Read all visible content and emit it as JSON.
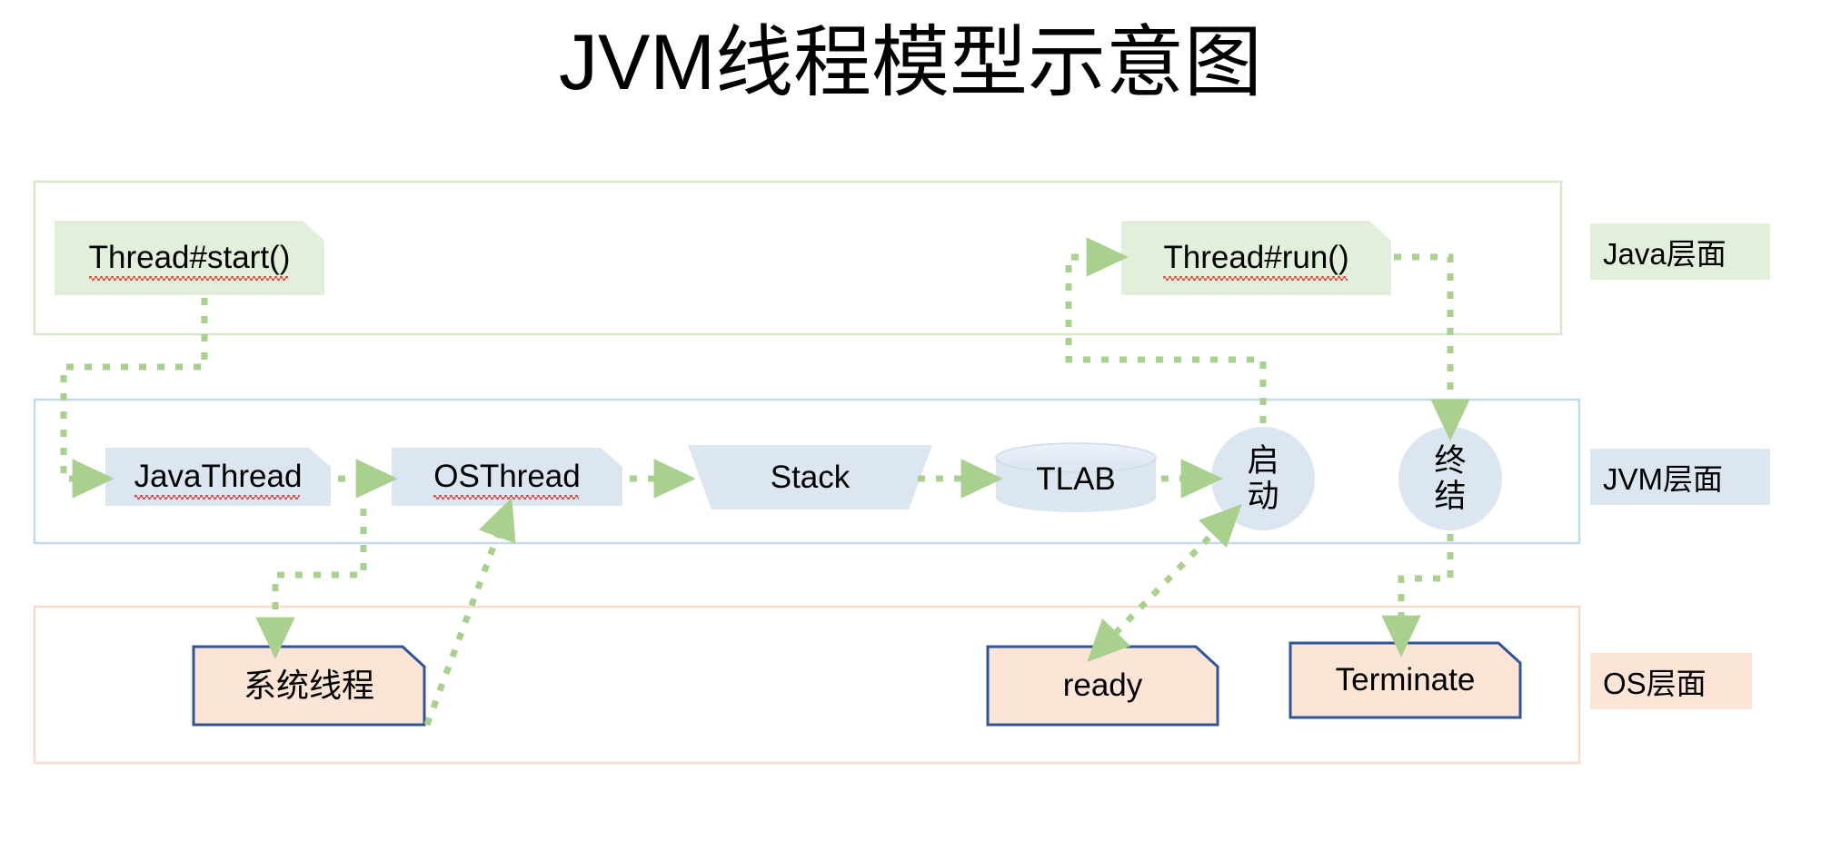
{
  "diagram": {
    "title": "JVM线程模型示意图",
    "colors": {
      "java_fill": "#e2efda",
      "java_border": "#d5e8c8",
      "jvm_fill": "#dce6f1",
      "jvm_border": "#c5d9ec",
      "os_fill": "#fce4d6",
      "os_border": "#f6dccb",
      "os_node_border": "#2f5597",
      "arrow": "#a9d08e",
      "text": "#000000",
      "spellcheck_underline": "#e03a35"
    }
  },
  "layers": [
    {
      "id": "java",
      "legend": "Java层面"
    },
    {
      "id": "jvm",
      "legend": "JVM层面"
    },
    {
      "id": "os",
      "legend": "OS层面"
    }
  ],
  "nodes": {
    "java": [
      {
        "id": "thread-start",
        "label": "Thread#start()",
        "shape": "note",
        "spellcheck": true
      },
      {
        "id": "thread-run",
        "label": "Thread#run()",
        "shape": "note",
        "spellcheck": true
      }
    ],
    "jvm": [
      {
        "id": "javathread",
        "label": "JavaThread",
        "shape": "note",
        "spellcheck": true
      },
      {
        "id": "osthread",
        "label": "OSThread",
        "shape": "note",
        "spellcheck": true
      },
      {
        "id": "stack",
        "label": "Stack",
        "shape": "trapezoid",
        "spellcheck": false
      },
      {
        "id": "tlab",
        "label": "TLAB",
        "shape": "cylinder",
        "spellcheck": false
      },
      {
        "id": "qidong",
        "label": "启动",
        "shape": "circle",
        "spellcheck": false
      },
      {
        "id": "zhongjie",
        "label": "终结",
        "shape": "circle",
        "spellcheck": false
      }
    ],
    "os": [
      {
        "id": "system-thread",
        "label": "系统线程",
        "shape": "note",
        "spellcheck": false
      },
      {
        "id": "ready",
        "label": "ready",
        "shape": "note",
        "spellcheck": false
      },
      {
        "id": "terminate",
        "label": "Terminate",
        "shape": "note",
        "spellcheck": false
      }
    ]
  },
  "connectors": [
    {
      "from": "thread-start",
      "to": "javathread",
      "style": "dotted",
      "heads": "single"
    },
    {
      "from": "javathread",
      "to": "osthread",
      "style": "dotted",
      "heads": "single"
    },
    {
      "from": "osthread",
      "to": "stack",
      "style": "dotted",
      "heads": "single"
    },
    {
      "from": "stack",
      "to": "tlab",
      "style": "dotted",
      "heads": "single"
    },
    {
      "from": "tlab",
      "to": "qidong",
      "style": "dotted",
      "heads": "single"
    },
    {
      "from": "javathread",
      "to": "system-thread",
      "style": "dotted",
      "heads": "single"
    },
    {
      "from": "system-thread",
      "to": "osthread",
      "style": "dotted",
      "heads": "single"
    },
    {
      "from": "qidong",
      "to": "thread-run",
      "style": "dotted",
      "heads": "single"
    },
    {
      "from": "thread-run",
      "to": "zhongjie",
      "style": "dotted",
      "heads": "single"
    },
    {
      "from": "ready",
      "to": "qidong",
      "style": "dotted",
      "heads": "double"
    },
    {
      "from": "zhongjie",
      "to": "terminate",
      "style": "dotted",
      "heads": "single"
    }
  ]
}
